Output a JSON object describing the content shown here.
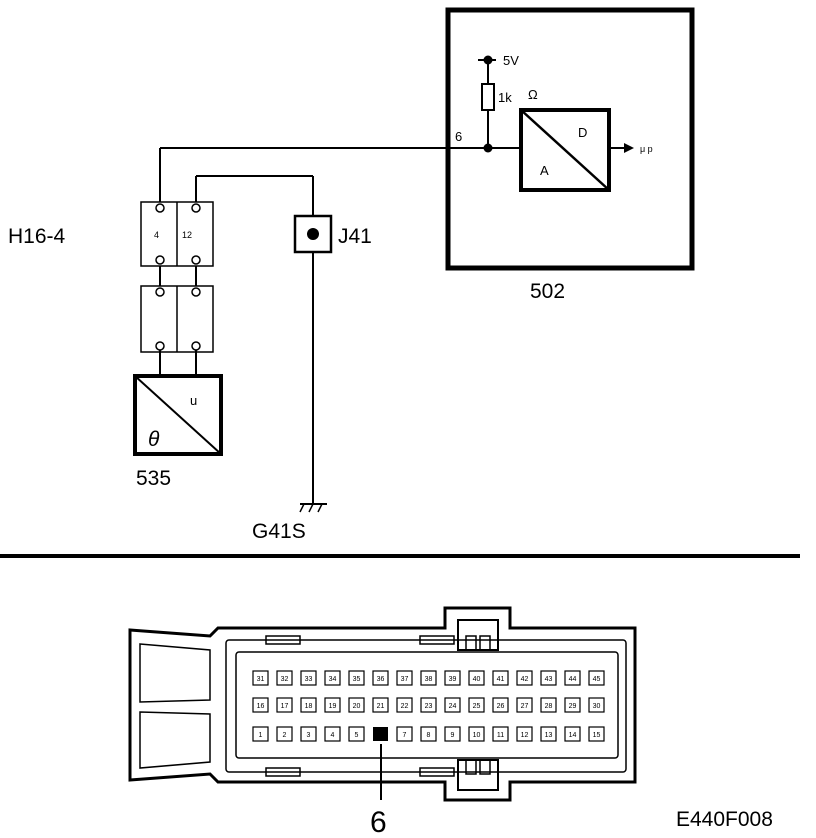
{
  "components": {
    "ecu": {
      "id": "502",
      "pin": "6",
      "supply": "5V",
      "resistor": "1k",
      "ohm": "Ω",
      "converter_d": "D",
      "converter_a": "A",
      "output": "μ p"
    },
    "connector": {
      "id": "H16-4",
      "pin_left": "4",
      "pin_right": "12"
    },
    "junction": {
      "id": "J41"
    },
    "sensor": {
      "id": "535",
      "symbol_u": "u",
      "symbol_theta": "θ"
    },
    "ground": {
      "id": "G41S"
    }
  },
  "connector_view": {
    "rows": [
      [
        "31",
        "32",
        "33",
        "34",
        "35",
        "36",
        "37",
        "38",
        "39",
        "40",
        "41",
        "42",
        "43",
        "44",
        "45"
      ],
      [
        "16",
        "17",
        "18",
        "19",
        "20",
        "21",
        "22",
        "23",
        "24",
        "25",
        "26",
        "27",
        "28",
        "29",
        "30"
      ],
      [
        "1",
        "2",
        "3",
        "4",
        "5",
        "",
        "7",
        "8",
        "9",
        "10",
        "11",
        "12",
        "13",
        "14",
        "15"
      ]
    ],
    "highlight_pin": "6",
    "highlight_label": "6"
  },
  "figure_code": "E440F008"
}
